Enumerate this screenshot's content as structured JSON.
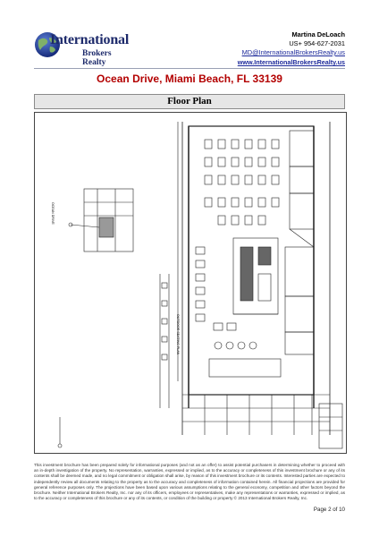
{
  "header": {
    "brand_line1": "International",
    "brand_line2": "Brokers Realty",
    "agent_name": "Martina DeLoach",
    "phone": "US+ 954-627-2031",
    "email": "MD@InternationalBrokersRealty.us",
    "website": "www.InternationalBrokersRealty.us"
  },
  "address": "Ocean Drive, Miami Beach, FL 33139",
  "section_title": "Floor Plan",
  "plan": {
    "street_label": "OCEAN DRIVE",
    "seating_label": "OUTDOOR SEATING PLAN"
  },
  "footer": {
    "disclaimer": "This investment brochure has been prepared solely for informational purposes (and not as an offer) to assist potential purchasers in determining whether to proceed with an in-depth investigation of the property. No representation, warranties, expressed or implied, as to the accuracy or completeness of this investment brochure or any of its contents shall be deemed made, and no legal commitment or obligation shall arise, by reason of this investment brochure or its contents. Interested parties are expected to independently review all documents relating to the property as to the accuracy and completeness of information contained herein. All financial projections are provided for general reference purposes only. The projections have been based upon various assumptions relating to the general economy, competition and other factors beyond the brochure. Neither International Brokers Realty, Inc. nor any of its officers, employees or representatives, make any representations or warranties, expressed or implied, as to the accuracy or completeness of this brochure or any of its contents, or condition of the building or property © 2013 International Brokers Realty, Inc.",
    "page_number": "Page 2 of 10"
  },
  "colors": {
    "brand_navy": "#1d2a6b",
    "address_red": "#b30000",
    "link_blue": "#1d2a9b",
    "section_bar_gray": "#e6e6e6"
  },
  "icons": [
    "globe-logo-icon"
  ]
}
